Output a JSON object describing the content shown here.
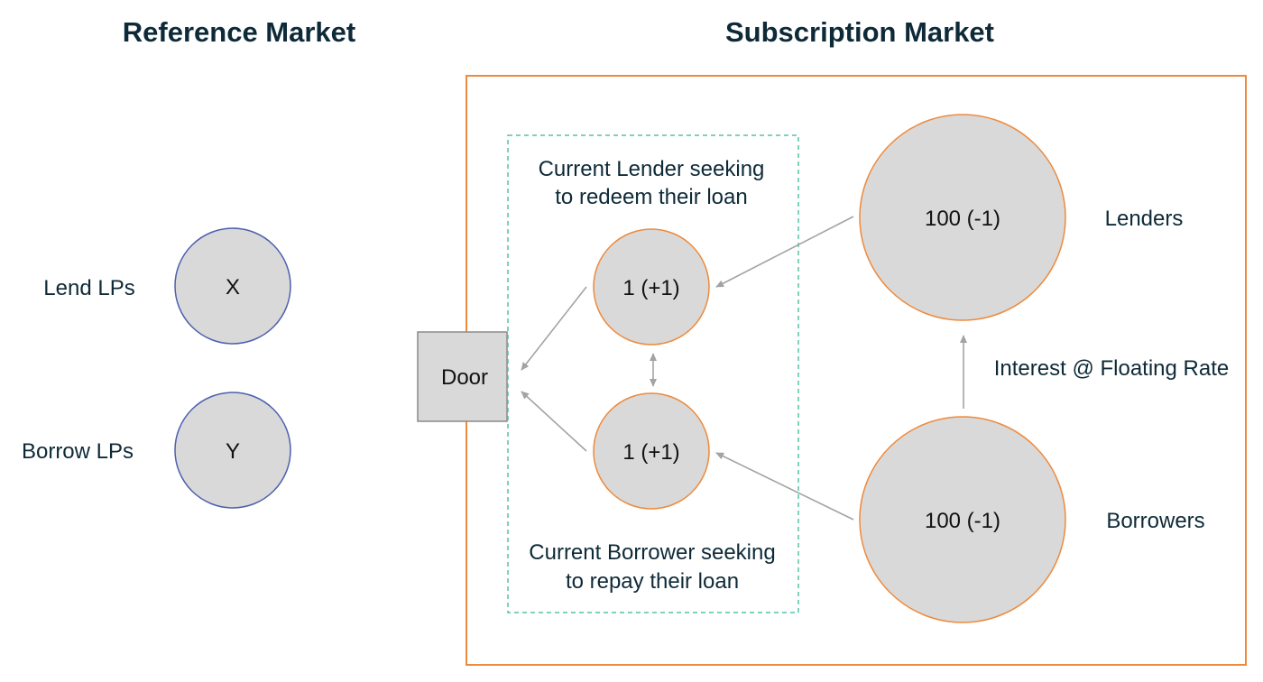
{
  "titles": {
    "reference": "Reference Market",
    "subscription": "Subscription Market"
  },
  "reference": {
    "lend_label": "Lend LPs",
    "lend_value": "X",
    "borrow_label": "Borrow LPs",
    "borrow_value": "Y"
  },
  "door": "Door",
  "queue": {
    "lender_caption": [
      "Current Lender seeking",
      "to redeem their loan"
    ],
    "borrower_caption": [
      "Current Borrower seeking",
      "to repay their loan"
    ],
    "lender_value": "1 (+1)",
    "borrower_value": "1 (+1)"
  },
  "pool": {
    "lenders_value": "100 (-1)",
    "lenders_label": "Lenders",
    "borrowers_value": "100 (-1)",
    "borrowers_label": "Borrowers",
    "interest_label": "Interest @ Floating Rate"
  },
  "colors": {
    "reference_stroke": "#4e5fb0",
    "subscription_stroke": "#ee8a3c",
    "queue_stroke": "#57c0a8",
    "node_fill": "#d9d9d9",
    "arrow": "#a3a3a3",
    "text": "#0e2a38"
  }
}
